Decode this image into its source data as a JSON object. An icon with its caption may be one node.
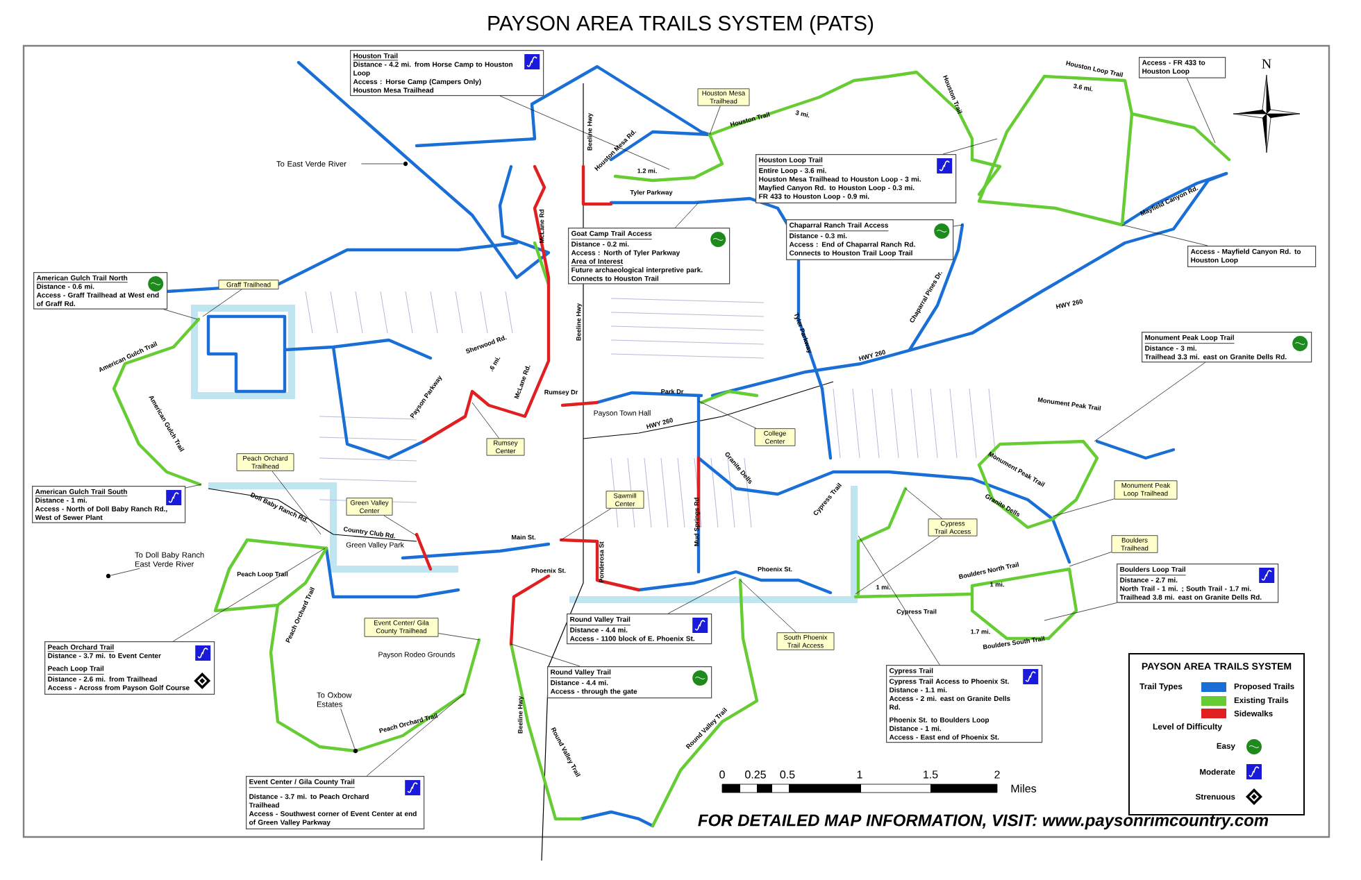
{
  "diagram": {
    "title": "PAYSON AREA TRAILS SYSTEM (PATS)",
    "caption": "FOR DETAILED MAP INFORMATION, VISIT: www.paysonrimcountry.com",
    "nodes": [
      {
        "text": [
          "Houston Trail",
          "Distance - 4.2 mi. from Horse Camp to Houston Loop",
          "Access : Horse Camp (Campers Only)",
          "Houston Mesa Trailhead"
        ]
      },
      {
        "text": [
          "Houston Mesa Trailhead"
        ]
      },
      {
        "text": [
          "Access - FR 433 to Houston Loop"
        ]
      },
      {
        "text": [
          "To East Verde River"
        ]
      },
      {
        "text": [
          "Houston Loop Trail",
          "Entire Loop - 3.6 mi.",
          "Houston Mesa Trailhead to Houston Loop - 3 mi.",
          "Mayfied Canyon Rd. to Houston Loop - 0.3 mi.",
          "FR 433 to Houston Loop - 0.9 mi."
        ]
      },
      {
        "text": [
          "Goat Camp Trail Access",
          "Distance - 0.2 mi.",
          "Access : North of Tyler Parkway",
          "Area of Interest",
          "Future archaeological interpretive park.",
          "Connects to Houston Trail"
        ]
      },
      {
        "text": [
          "Chaparral Ranch Trail Access",
          "Distance - 0.3 mi.",
          "Access : End of Chaparral Ranch Rd.",
          "Connects to Houston Trail Loop Trail"
        ]
      },
      {
        "text": [
          "Access - Mayfield Canyon Rd. to Houston Loop"
        ]
      },
      {
        "text": [
          "American Gulch Trail North",
          "Distance - 0.6 mi.",
          "Access - Graff Trailhead at West end of Graff Rd."
        ]
      },
      {
        "text": [
          "Graff Trailhead"
        ]
      },
      {
        "text": [
          "Monument Peak Loop Trail",
          "Distance - 3 mi.",
          "Trailhead 3.3 mi. east on Granite Dells Rd."
        ]
      },
      {
        "text": [
          "Rumsey Center"
        ]
      },
      {
        "text": [
          "College Center"
        ]
      },
      {
        "text": [
          "Peach Orchard Trailhead"
        ]
      },
      {
        "text": [
          "Green Valley Center"
        ]
      },
      {
        "text": [
          "Sawmill Center"
        ]
      },
      {
        "text": [
          "American Gulch Trail South",
          "Distance - 1 mi.",
          "Access - North of Doll Baby Ranch Rd., West of Sewer Plant"
        ]
      },
      {
        "text": [
          "Monument Peak Loop Trailhead"
        ]
      },
      {
        "text": [
          "Cypress Trail Access"
        ]
      },
      {
        "text": [
          "Boulders Trailhead"
        ]
      },
      {
        "text": [
          "Boulders Loop Trail",
          "Distance - 2.7 mi.",
          "North Trail - 1 mi. ; South Trail - 1.7 mi.",
          "Trailhead 3.8 mi. east on Granite Dells Rd."
        ]
      },
      {
        "text": [
          "To Doll Baby Ranch East Verde River"
        ]
      },
      {
        "text": [
          "Event Center/ Gila County Trailhead"
        ]
      },
      {
        "text": [
          "Round Valley Trail",
          "Distance - 4.4 mi.",
          "Access - 1100 block of E. Phoenix St."
        ]
      },
      {
        "text": [
          "South Phoenix Trail Access"
        ]
      },
      {
        "text": [
          "Round Valley Trail",
          "Distance - 4.4 mi.",
          "Access - through the gate"
        ]
      },
      {
        "text": [
          "Peach Orchard Trail",
          "Distance - 3.7 mi. to Event Center",
          "Peach Loop Trail",
          "Distance - 2.6 mi. from Trailhead",
          "Access - Across from Payson Golf Course"
        ]
      },
      {
        "text": [
          "To Oxbow Estates"
        ]
      },
      {
        "text": [
          "Cypress Trail",
          "Cypress Trail Access to Phoenix St.",
          "Distance - 1.1 mi.",
          "Access - 2 mi. east on Granite Dells Rd.",
          "Phoenix St. to Boulders Loop",
          "Distance - 1 mi.",
          "Access - East end of Phoenix St."
        ]
      },
      {
        "text": [
          "Event Center / Gila County Trail",
          "Distance - 3.7 mi. to Peach Orchard Trailhead",
          "Access - Southwest corner of Event Center at end of Green Valley Parkway"
        ]
      },
      {
        "text": [],
        "shape": "circle"
      },
      {
        "text": [],
        "shape": "circle"
      },
      {
        "text": [],
        "shape": "circle"
      }
    ],
    "edges": [
      {
        "from": 0,
        "to": null,
        "arrow": "none"
      },
      {
        "from": 1,
        "to": null,
        "arrow": "none"
      },
      {
        "from": 2,
        "to": null,
        "arrow": "none"
      },
      {
        "from": 3,
        "to": 30,
        "arrow": "none"
      },
      {
        "from": 4,
        "to": null,
        "arrow": "none"
      },
      {
        "from": 5,
        "to": null,
        "arrow": "none"
      },
      {
        "from": 6,
        "to": null,
        "arrow": "none"
      },
      {
        "from": 7,
        "to": null,
        "arrow": "none"
      },
      {
        "from": 8,
        "to": null,
        "arrow": "none"
      },
      {
        "from": 9,
        "to": null,
        "arrow": "none"
      },
      {
        "from": 10,
        "to": null,
        "arrow": "none"
      },
      {
        "from": 11,
        "to": null,
        "arrow": "none"
      },
      {
        "from": 12,
        "to": null,
        "arrow": "none"
      },
      {
        "from": 13,
        "to": null,
        "arrow": "none"
      },
      {
        "from": 14,
        "to": null,
        "arrow": "none"
      },
      {
        "from": 15,
        "to": null,
        "arrow": "none"
      },
      {
        "from": 16,
        "to": null,
        "arrow": "none"
      },
      {
        "from": 17,
        "to": null,
        "arrow": "none"
      },
      {
        "from": 18,
        "to": null,
        "arrow": "none"
      },
      {
        "from": 18,
        "to": null,
        "arrow": "none"
      },
      {
        "from": 19,
        "to": null,
        "arrow": "none"
      },
      {
        "from": 20,
        "to": null,
        "arrow": "none"
      },
      {
        "from": 21,
        "to": 31,
        "arrow": "none"
      },
      {
        "from": 22,
        "to": null,
        "arrow": "none"
      },
      {
        "from": 23,
        "to": null,
        "arrow": "none"
      },
      {
        "from": 24,
        "to": null,
        "arrow": "none"
      },
      {
        "from": 25,
        "to": null,
        "arrow": "none"
      },
      {
        "from": 26,
        "to": null,
        "arrow": "none"
      },
      {
        "from": 27,
        "to": 32,
        "arrow": "none"
      },
      {
        "from": 28,
        "to": null,
        "arrow": "none"
      },
      {
        "from": 29,
        "to": null,
        "arrow": "none"
      }
    ],
    "labels": [
      "Houston Trail",
      "3 mi.",
      "Houston Trail",
      "Houston Loop Trail",
      "3.6 mi.",
      "Beeline Hwy",
      "Houston Mesa Rd.",
      "1.2 mi.",
      "Tyler Parkway",
      "McLane Rd",
      "Beeline Hwy",
      "Tyler Parkway",
      "Chaparral Pines Dr.",
      "Mayfield Canyon Rd.",
      "HWY 260",
      "HWY 260",
      "American Gulch Trail",
      "Sherwood Rd.",
      ".6 mi.",
      "Payson Parkway",
      "McLane Rd.",
      "Rumsey Dr",
      "Park Dr",
      "Payson Town Hall",
      "HWY 260",
      "Monument Peak Trail",
      "Monument Peak Trail",
      "American Gulch Trail",
      "Granite Dells",
      "Mud Springs Rd",
      "Granite Dells",
      "Doll Baby Ranch Rd.",
      "Country Club Rd.",
      "Green Valley Park",
      "Main St.",
      "Ponderosa St",
      "Phoenix St.",
      "Phoenix St.",
      "Cypress Trail",
      "1 mi.",
      "Cypress Trail",
      "Boulders North Trail",
      "1 mi.",
      "1.7 mi.",
      "Boulders South Trail",
      "Peach Loop Trail",
      "Peach Orchard Trail",
      "Payson Rodeo Grounds",
      "Peach Orchard Trail",
      "Beeline Hwy",
      "Round Valley Trail",
      "Round Valley Trail",
      "N",
      "0",
      "0.25",
      "0.5",
      "1",
      "1.5",
      "2",
      "Miles",
      "PAYSON AREA TRAILS SYSTEM",
      "Trail Types",
      "Level of Difficulty"
    ],
    "legend": [
      {
        "text": "Proposed Trails",
        "color": "#1a6fd6"
      },
      {
        "text": "Existing Trails",
        "color": "#66cc33"
      },
      {
        "text": "Sidewalks",
        "color": "#e02020"
      },
      {
        "text": "Easy"
      },
      {
        "text": "Moderate"
      },
      {
        "text": "Strenuous"
      }
    ]
  }
}
